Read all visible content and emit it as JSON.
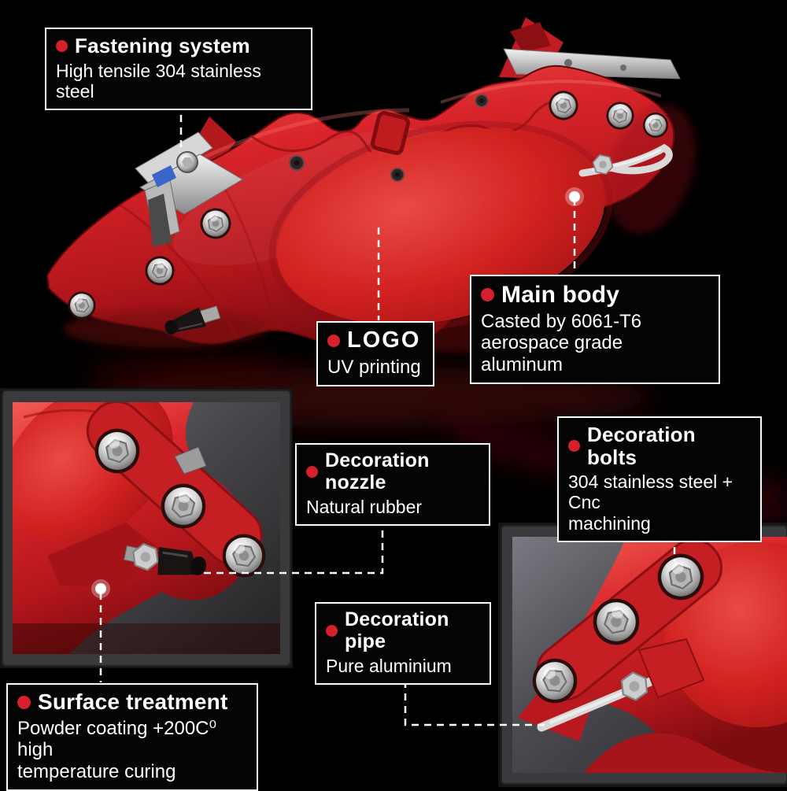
{
  "colors": {
    "background": "#000000",
    "accent_red": "#d6202b",
    "caliper_red": "#d6232a",
    "label_border": "#ffffff",
    "label_text": "#ffffff"
  },
  "callouts": {
    "fastening": {
      "title": "Fastening system",
      "subtitle": "High tensile 304 stainless steel"
    },
    "main_body": {
      "title": "Main body",
      "subtitle": "Casted by 6061-T6\naerospace grade aluminum"
    },
    "logo": {
      "title": "LOGO",
      "subtitle": "UV printing"
    },
    "decoration_bolts": {
      "title": "Decoration bolts",
      "subtitle": "304 stainless steel + Cnc\nmachining"
    },
    "decoration_nozzle": {
      "title": "Decoration nozzle",
      "subtitle": "Natural rubber"
    },
    "decoration_pipe": {
      "title": "Decoration pipe",
      "subtitle": "Pure aluminium"
    },
    "surface_treatment": {
      "title": "Surface treatment",
      "subtitle": "Powder coating +200C⁰ high\ntemperature curing"
    }
  }
}
